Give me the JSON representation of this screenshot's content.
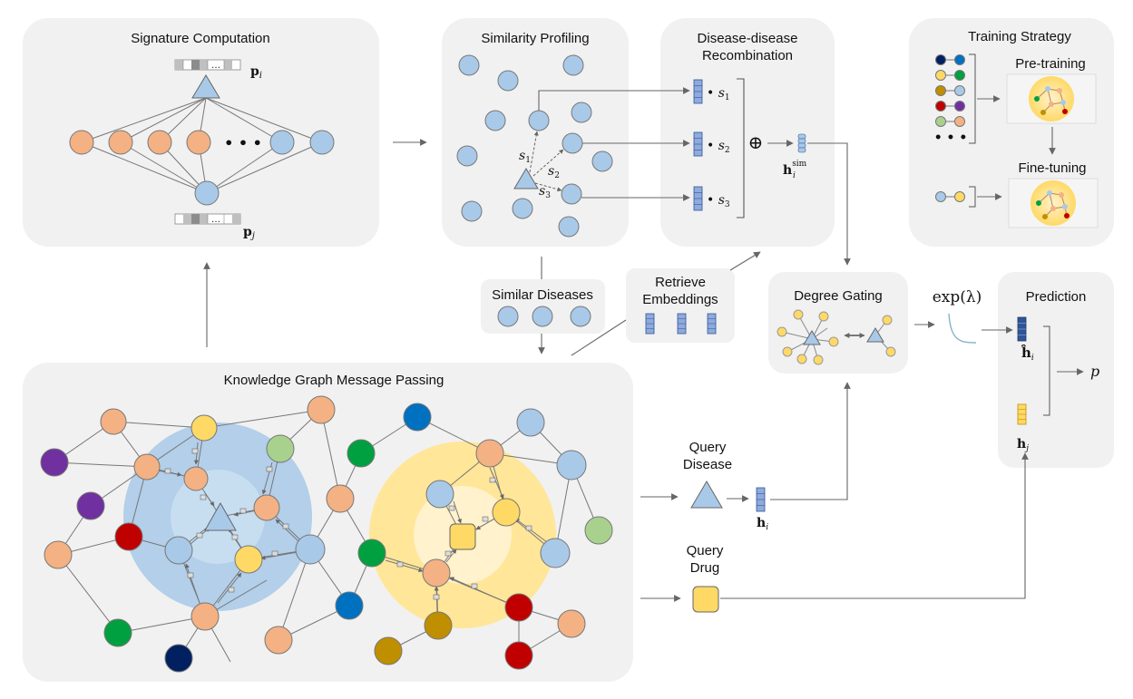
{
  "panels": {
    "signature": "Signature Computation",
    "similarity": "Similarity Profiling",
    "recombination_line1": "Disease-disease",
    "recombination_line2": "Recombination",
    "training": "Training Strategy",
    "pretraining": "Pre-training",
    "finetuning": "Fine-tuning",
    "similar_diseases": "Similar Diseases",
    "retrieve_line1": "Retrieve",
    "retrieve_line2": "Embeddings",
    "degree_gating": "Degree Gating",
    "prediction": "Prediction",
    "kg": "Knowledge Graph Message Passing"
  },
  "labels": {
    "query_disease_line1": "Query",
    "query_disease_line2": "Disease",
    "query_drug_line1": "Query",
    "query_drug_line2": "Drug"
  },
  "math": {
    "p_i": "p",
    "p_i_sub": "i",
    "p_j": "p",
    "p_j_sub": "j",
    "s1": "s",
    "s1_sub": "1",
    "s2": "s",
    "s2_sub": "2",
    "s3": "s",
    "s3_sub": "3",
    "dot_s1": "• s",
    "dot_s2": "• s",
    "dot_s3": "• s",
    "oplus": "⊕",
    "h_sim": "h",
    "h_sim_sub": "i",
    "h_sim_sup": "sim",
    "exp_lambda": "exp(λ)",
    "h_hat": "ĥ",
    "h_hat_sub": "i",
    "h_j": "h",
    "h_j_sub": "j",
    "h_i": "h",
    "h_i_sub": "i",
    "p_out": "p",
    "ellipsis_nodes": "• • •",
    "ellipsis_pairs": "• • •",
    "vec_ellipsis": "…"
  },
  "colors": {
    "panel_bg": "#f1f1f1",
    "orange_node": "#f4b183",
    "blue_node": "#a9c9e8",
    "yellow_node": "#ffd966",
    "green_node": "#a9d18e",
    "dark_green": "#00a040",
    "purple": "#7030a0",
    "red": "#c00000",
    "navy": "#002060",
    "mid_blue": "#0070c0",
    "brown": "#bf8f00",
    "vector_blue": "#8faadc",
    "vector_dark": "#2f5597",
    "blue_halo": "#9dc3e6",
    "yellow_halo": "#ffe699"
  }
}
